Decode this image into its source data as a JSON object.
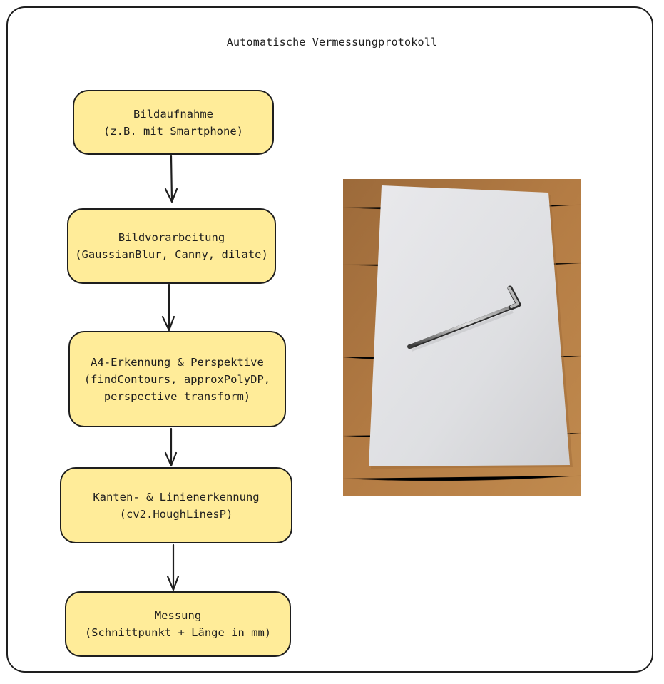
{
  "diagram": {
    "title": "Automatische Vermessungprotokoll",
    "steps": [
      {
        "line1": "Bildaufnahme",
        "line2": "(z.B. mit Smartphone)"
      },
      {
        "line1": "Bildvorarbeitung",
        "line2": "(GaussianBlur, Canny, dilate)"
      },
      {
        "line1": "A4-Erkennung & Perspektive",
        "line2": "(findContours, approxPolyDP,",
        "line3": "perspective transform)"
      },
      {
        "line1": "Kanten- & Linienerkennung",
        "line2": "(cv2.HoughLinesP)"
      },
      {
        "line1": "Messung",
        "line2": "(Schnittpunkt + Länge in mm)"
      }
    ]
  },
  "colors": {
    "box_fill": "#ffec99",
    "stroke": "#1e1e1e",
    "table_wood": "#b4793f",
    "paper": "#e4e4e6"
  },
  "photo": {
    "subject": "hex key on a white A4 sheet on a wooden table"
  }
}
